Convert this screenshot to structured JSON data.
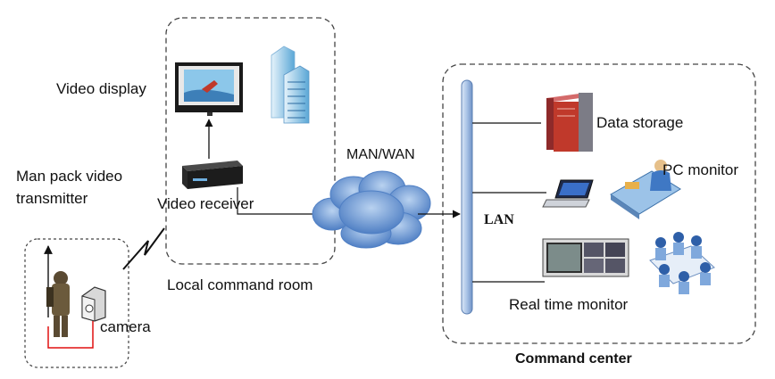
{
  "labels": {
    "video_display": "Video display",
    "man_pack_line1": "Man pack video",
    "man_pack_line2": "transmitter",
    "video_receiver": "Video receiver",
    "man_wan": "MAN/WAN",
    "lan": "LAN",
    "data_storage": "Data storage",
    "pc_monitor": "PC monitor",
    "real_time_monitor": "Real time monitor",
    "camera": "camera",
    "local_command_room": "Local command room",
    "command_center": "Command center"
  },
  "colors": {
    "dash": "#555555",
    "lan_bar": "#a9c3e6",
    "cloud": "#6f9bd6",
    "storage": "#c0392b",
    "link_red": "#e01010"
  }
}
